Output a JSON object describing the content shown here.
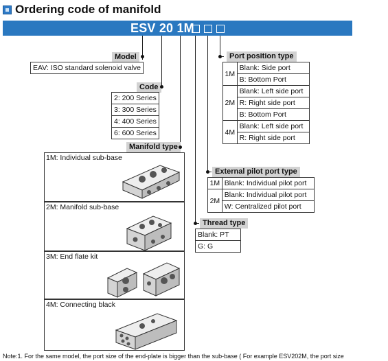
{
  "heading": {
    "title": "Ordering code of manifold"
  },
  "code_bar": {
    "code": "ESV 20 1M"
  },
  "model": {
    "label": "Model",
    "options": [
      "EAV: ISO standard solenoid valve"
    ]
  },
  "code": {
    "label": "Code",
    "options": [
      "2: 200 Series",
      "3: 300 Series",
      "4: 400 Series",
      "6: 600 Series"
    ]
  },
  "manifold_type": {
    "label": "Manifold type",
    "items": [
      {
        "label": "1M: Individual sub-base"
      },
      {
        "label": "2M: Manifold sub-base"
      },
      {
        "label": "3M: End flate kit"
      },
      {
        "label": "4M: Connecting black"
      }
    ]
  },
  "port_position": {
    "label": "Port position type",
    "groups": [
      {
        "key": "1M",
        "options": [
          "Blank: Side port",
          "B: Bottom Port"
        ]
      },
      {
        "key": "2M",
        "options": [
          "Blank: Left side port",
          "R: Right side port",
          "B: Bottom Port"
        ]
      },
      {
        "key": "4M",
        "options": [
          "Blank: Left side port",
          "R: Right side port"
        ]
      }
    ]
  },
  "external_pilot": {
    "label": "External pilot port type",
    "groups": [
      {
        "key": "1M",
        "options": [
          "Blank: Individual pilot port"
        ]
      },
      {
        "key": "2M",
        "options": [
          "Blank: Individual pilot port",
          "W: Centralized pilot port"
        ]
      }
    ]
  },
  "thread_type": {
    "label": "Thread type",
    "options": [
      "Blank: PT",
      "G: G"
    ]
  },
  "note": "Note:1. For the same model, the port size of the end-plate is bigger than the sub-base ( For example ESV202M, the port size"
}
